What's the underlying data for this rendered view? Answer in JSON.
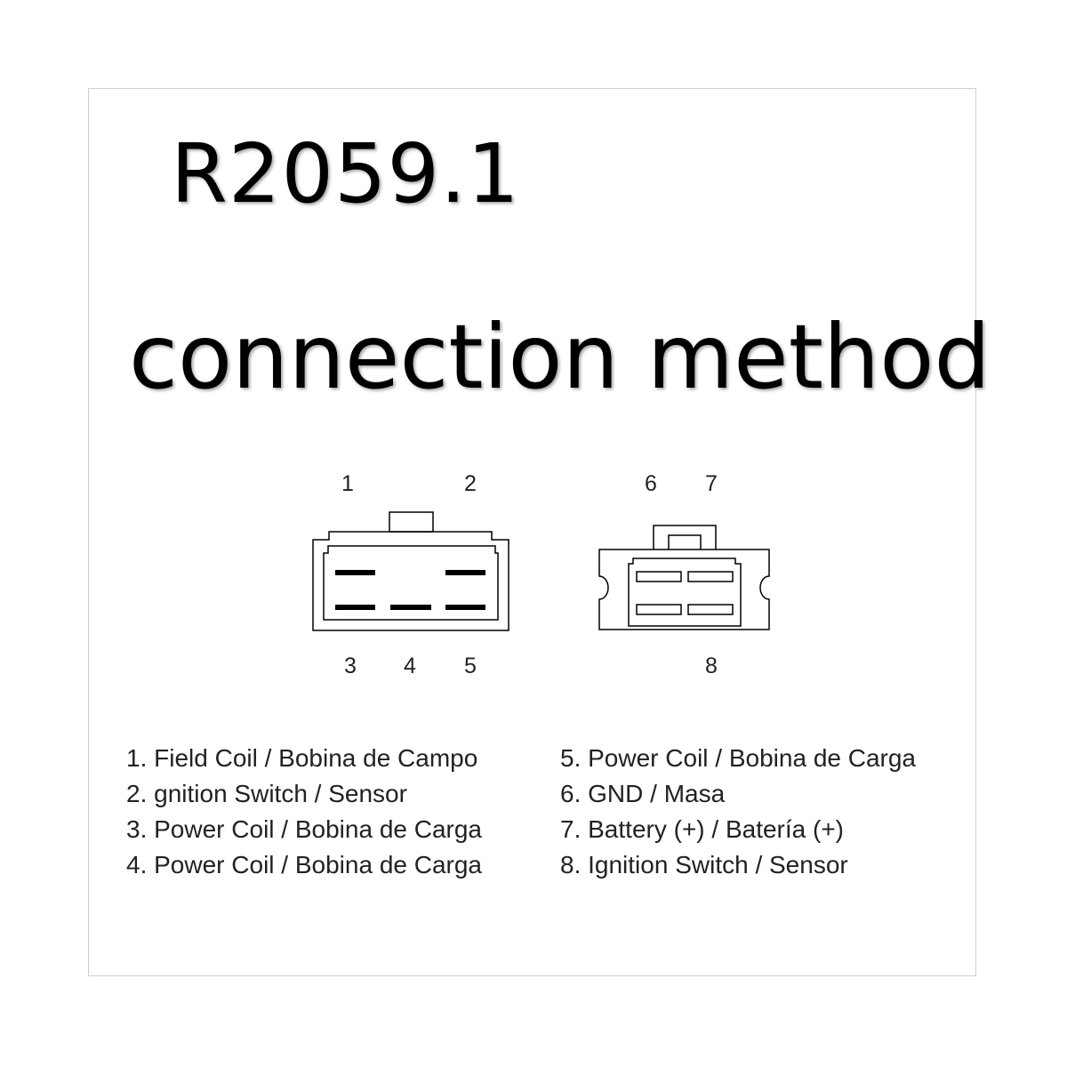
{
  "title": "R2059.1",
  "subtitle": "connection method",
  "pins": {
    "p1": "1",
    "p2": "2",
    "p3": "3",
    "p4": "4",
    "p5": "5",
    "p6": "6",
    "p7": "7",
    "p8": "8"
  },
  "legend_left": [
    "1. Field Coil / Bobina de Campo",
    "2. gnition Switch / Sensor",
    "3. Power Coil / Bobina de Carga",
    "4. Power Coil / Bobina de Carga"
  ],
  "legend_right": [
    "5. Power Coil / Bobina de Carga",
    "6. GND / Masa",
    "7. Battery (+) / Batería (+)",
    "8. Ignition Switch / Sensor"
  ],
  "colors": {
    "line": "#000000",
    "frame": "#cfcfcf",
    "text": "#222222"
  }
}
